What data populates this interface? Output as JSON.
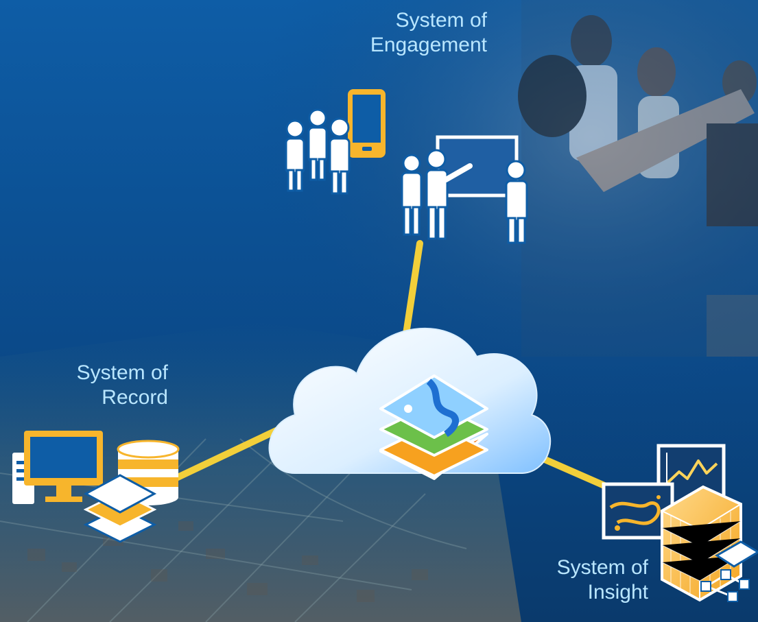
{
  "diagram": {
    "nodes": [
      {
        "id": "engagement",
        "label_line1": "System of",
        "label_line2": "Engagement"
      },
      {
        "id": "record",
        "label_line1": "System of",
        "label_line2": "Record"
      },
      {
        "id": "insight",
        "label_line1": "System of",
        "label_line2": "Insight"
      },
      {
        "id": "cloud-hub",
        "icon": "cloud-map-layers-icon"
      }
    ],
    "edges": [
      {
        "from": "cloud-hub",
        "to": "engagement"
      },
      {
        "from": "cloud-hub",
        "to": "record"
      },
      {
        "from": "cloud-hub",
        "to": "insight"
      }
    ],
    "icons": {
      "engagement": [
        "people-group-icon",
        "mobile-phone-icon",
        "presentation-icon"
      ],
      "record": [
        "desktop-computer-icon",
        "database-icon",
        "layer-stack-icon"
      ],
      "insight": [
        "map-chart-icon",
        "line-chart-icon",
        "data-cube-icon",
        "network-graph-icon"
      ]
    }
  },
  "colors": {
    "background_top": "#0d4f93",
    "background_bottom": "#0a3a6c",
    "connector": "#f2cf3a",
    "label_text": "#b9e6ff",
    "accent_orange": "#f7b52c",
    "icon_white": "#ffffff"
  }
}
